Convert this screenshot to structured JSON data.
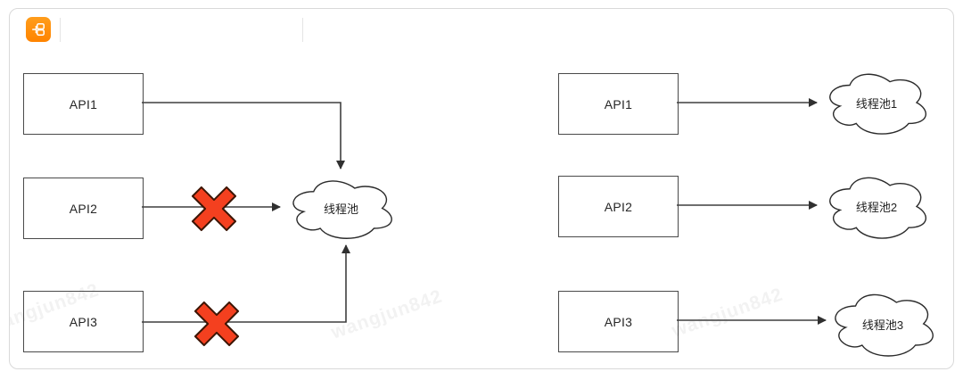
{
  "header": {
    "logo": {
      "name": "diagram-app-logo",
      "bg_color": "#ff8e0d"
    }
  },
  "watermark": {
    "text": "wangjun842"
  },
  "left_diagram": {
    "apis": [
      {
        "label": "API1"
      },
      {
        "label": "API2"
      },
      {
        "label": "API3"
      }
    ],
    "pool": {
      "label": "线程池"
    }
  },
  "right_diagram": {
    "rows": [
      {
        "api": "API1",
        "pool": "线程池1"
      },
      {
        "api": "API2",
        "pool": "线程池2"
      },
      {
        "api": "API3",
        "pool": "线程池3"
      }
    ]
  },
  "colors": {
    "accent_orange": "#ff8e0d",
    "blocked_cross": "#f4401f",
    "shape_stroke": "#4a4a4a",
    "frame_border": "#d9d9d9"
  }
}
